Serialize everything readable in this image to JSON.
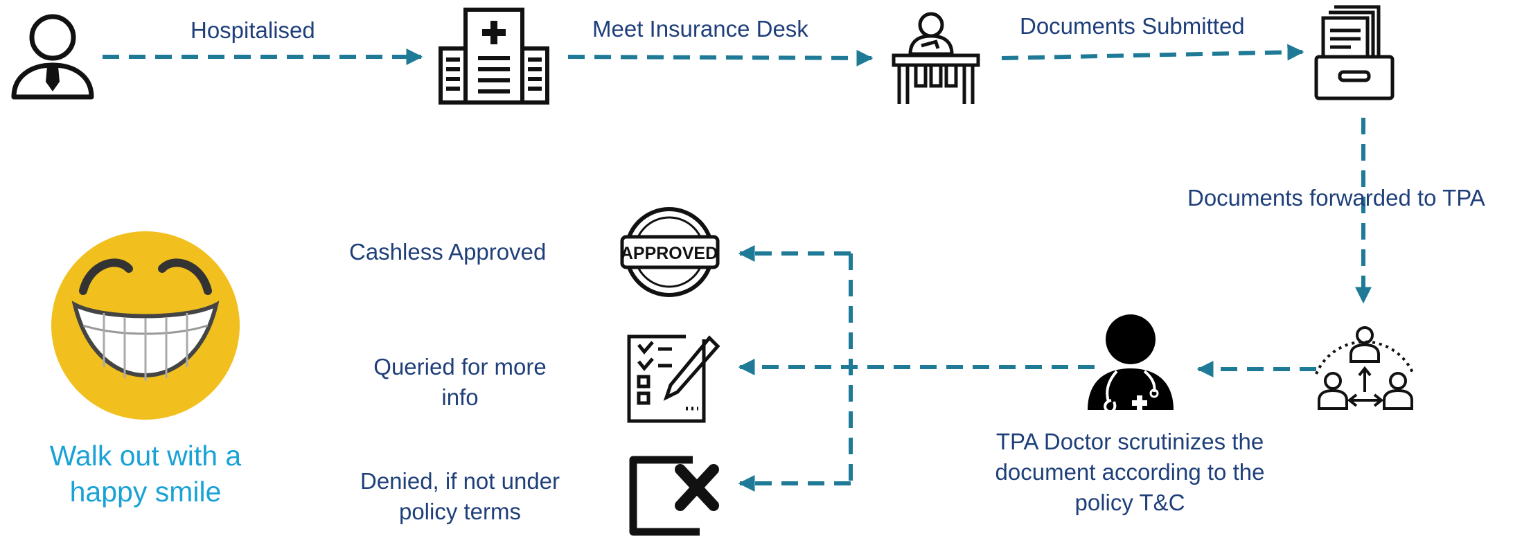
{
  "colors": {
    "arrow": "#1e7a96",
    "text": "#1f3f7a",
    "accent_text": "#19a2d6",
    "icon": "#111111",
    "emoji": "#f2c01e"
  },
  "labels": {
    "hospitalised": "Hospitalised",
    "meet_insurance_desk": "Meet Insurance Desk",
    "documents_submitted": "Documents Submitted",
    "documents_forwarded": "Documents forwarded to TPA",
    "tpa_doctor": "TPA Doctor scrutinizes the document according to the policy T&C",
    "cashless_approved": "Cashless Approved",
    "queried": "Queried for more info",
    "denied": "Denied, if not under policy terms",
    "walk_out": "Walk out with a happy smile"
  },
  "stamp_text": "APPROVED",
  "icons": [
    "patient-icon",
    "hospital-icon",
    "insurance-desk-icon",
    "document-cabinet-icon",
    "tpa-team-icon",
    "doctor-icon",
    "approved-stamp-icon",
    "checklist-icon",
    "denied-icon",
    "smiley-emoji-icon"
  ]
}
